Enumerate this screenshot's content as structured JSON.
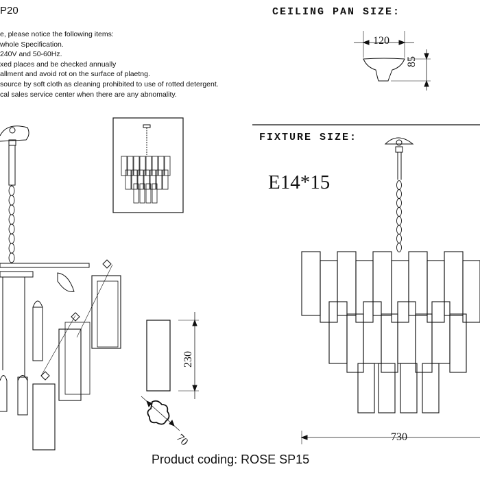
{
  "header": {
    "model_fragment": "P20",
    "ceiling_pan_title": "CEILING PAN SIZE:",
    "fixture_title": "FIXTURE SIZE:"
  },
  "notes": [
    "e, please notice the following items:",
    "whole Specification.",
    "240V and 50-60Hz.",
    "xed places and be checked annually",
    "allment and avoid rot on the surface of plaetng.",
    "source by soft cloth as cleaning prohibited to use of rotted detergent.",
    "cal sales service center when there are any abnomality."
  ],
  "dimensions": {
    "pan_width": "120",
    "pan_height": "85",
    "glass_height": "230",
    "glass_width": "70",
    "fixture_width": "730"
  },
  "bulb_spec": "E14*15",
  "footer": {
    "product_coding": "Product coding: ROSE SP15"
  }
}
